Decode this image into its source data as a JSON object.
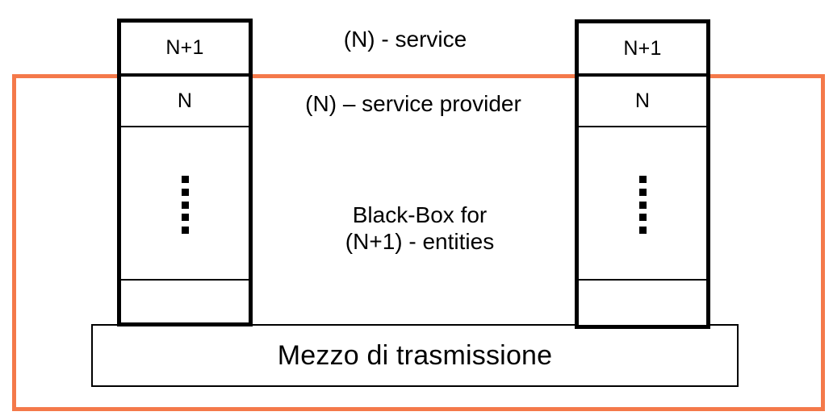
{
  "diagram": {
    "title": "OSI layering black-box diagram",
    "colors": {
      "stroke": "#000000",
      "scope_accent": "#f4794a",
      "background": "#ffffff"
    },
    "annotations": {
      "service": "(N) - service",
      "service_provider": "(N) – service provider",
      "black_box_line1": "Black-Box for",
      "black_box_line2": "(N+1) - entities",
      "black_box": "Black-Box for\n(N+1) - entities"
    },
    "stacks": [
      {
        "name": "left-protocol-stack",
        "layers": [
          {
            "label": "N+1"
          },
          {
            "label": "N"
          },
          {
            "label": ""
          },
          {
            "label": ""
          }
        ],
        "ellipsis_dots": 5
      },
      {
        "name": "right-protocol-stack",
        "layers": [
          {
            "label": "N+1"
          },
          {
            "label": "N"
          },
          {
            "label": ""
          },
          {
            "label": ""
          }
        ],
        "ellipsis_dots": 5
      }
    ],
    "medium": {
      "label": "Mezzo di trasmissione"
    }
  }
}
